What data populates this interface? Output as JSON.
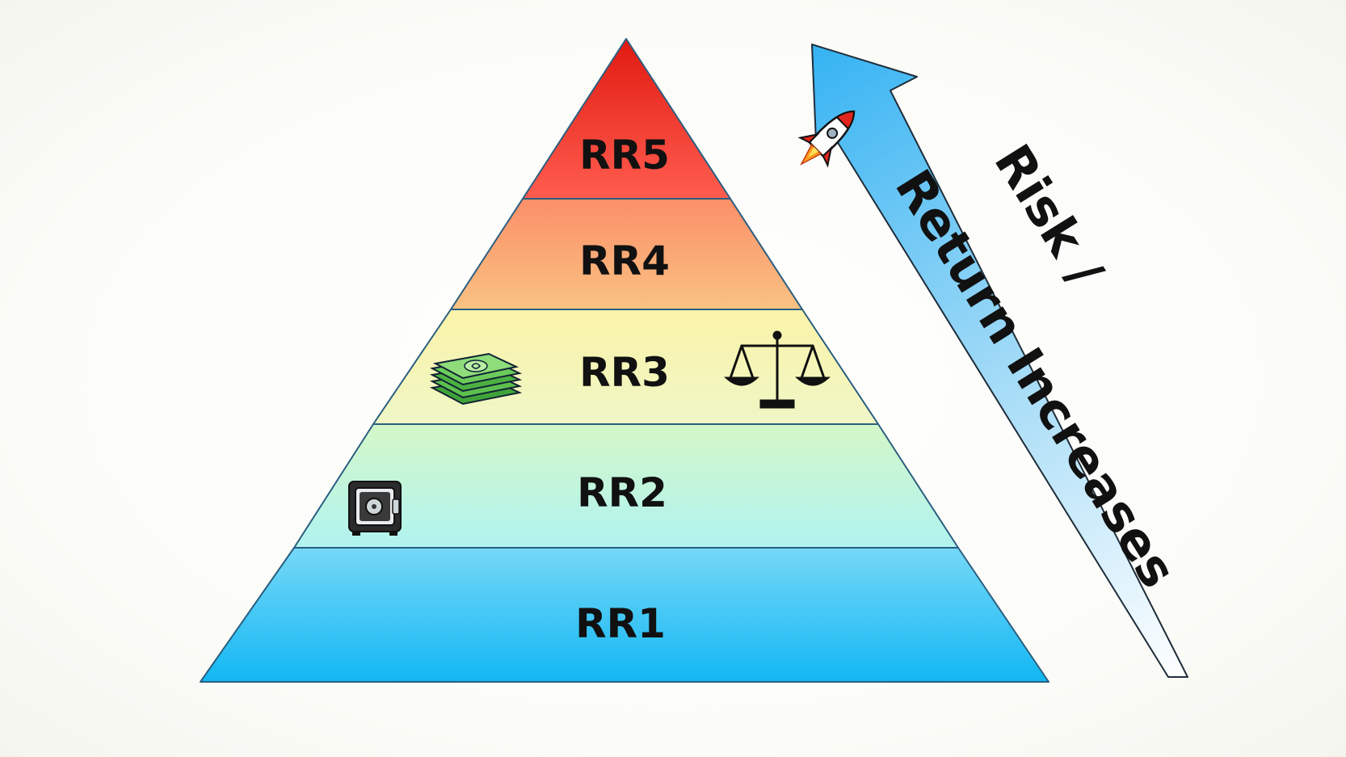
{
  "pyramid": {
    "tiers": [
      {
        "id": "rr5",
        "label": "RR5",
        "color_top": "#e11a12",
        "color_bottom": "#ff5d4f"
      },
      {
        "id": "rr4",
        "label": "RR4",
        "color_top": "#fb8f68",
        "color_bottom": "#fac283"
      },
      {
        "id": "rr3",
        "label": "RR3",
        "color_top": "#fbf3a9",
        "color_bottom": "#eff7c6"
      },
      {
        "id": "rr2",
        "label": "RR2",
        "color_top": "#d4f7c8",
        "color_bottom": "#b0f3f0"
      },
      {
        "id": "rr1",
        "label": "RR1",
        "color_top": "#76d8f7",
        "color_bottom": "#12b7f3"
      }
    ],
    "icons": [
      "cash-stack-icon",
      "balance-scale-icon",
      "safe-icon",
      "rocket-icon"
    ]
  },
  "arrow": {
    "line1": "Risk /",
    "line2": "Return Increases",
    "color_head": "#35b3f3",
    "color_tail": "#ffffff"
  }
}
